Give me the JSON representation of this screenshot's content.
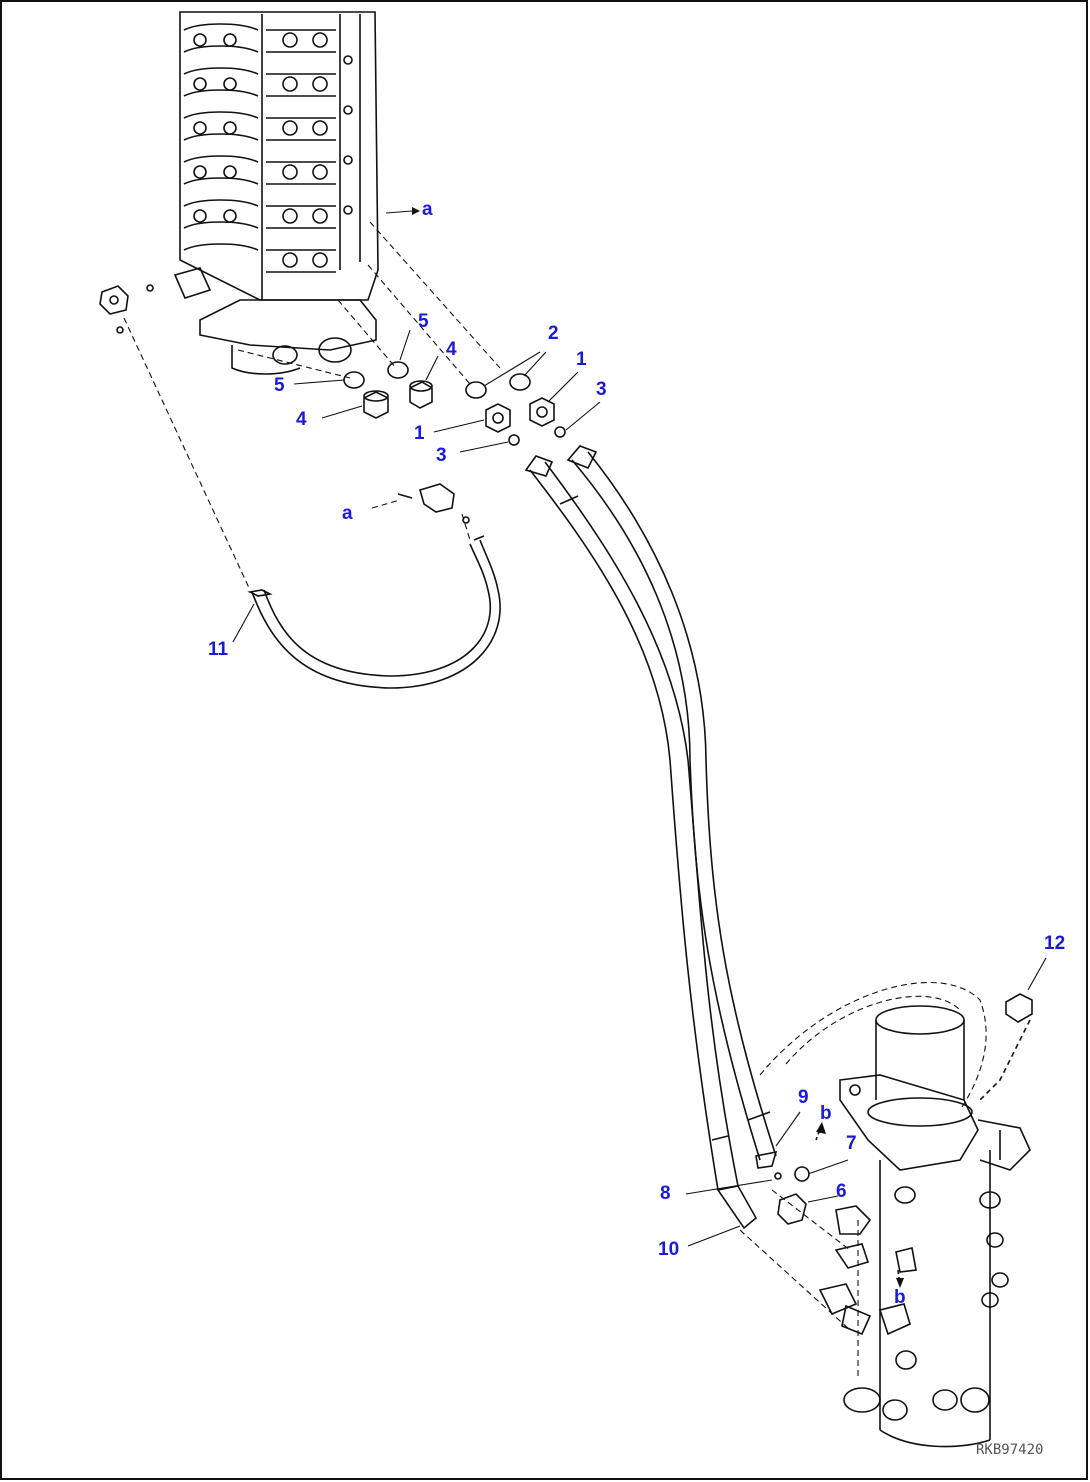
{
  "colors": {
    "callout": "#1a1adc",
    "line": "#111111",
    "figure_code": "#555555"
  },
  "callouts": {
    "c_a_top": "a",
    "c_5_upper": "5",
    "c_4_upper": "4",
    "c_2": "2",
    "c_1_right": "1",
    "c_3_right": "3",
    "c_5_left": "5",
    "c_4_left": "4",
    "c_1_left": "1",
    "c_3_left": "3",
    "c_a_left": "a",
    "c_11": "11",
    "c_12": "12",
    "c_9": "9",
    "c_b_upper": "b",
    "c_7": "7",
    "c_8": "8",
    "c_6": "6",
    "c_10": "10",
    "c_b_lower": "b"
  },
  "figure_code": "RKB97420"
}
